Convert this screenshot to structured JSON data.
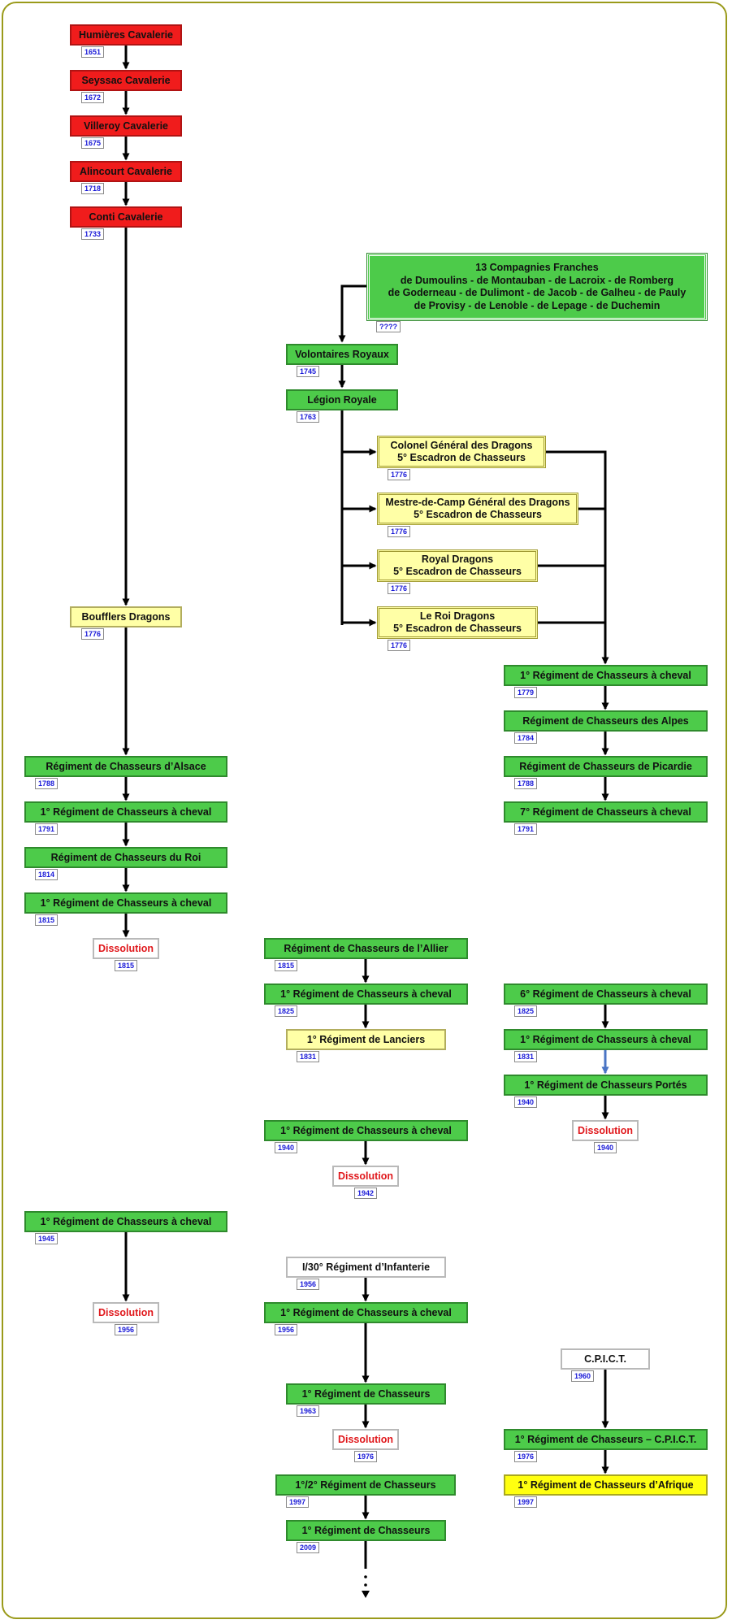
{
  "nodes": {
    "humieres": {
      "label": "Humières Cavalerie",
      "year": "1651"
    },
    "seyssac": {
      "label": "Seyssac Cavalerie",
      "year": "1672"
    },
    "villeroy": {
      "label": "Villeroy Cavalerie",
      "year": "1675"
    },
    "alincourt": {
      "label": "Alincourt Cavalerie",
      "year": "1718"
    },
    "conti": {
      "label": "Conti Cavalerie",
      "year": "1733"
    },
    "boufflers": {
      "label": "Boufflers Dragons",
      "year": "1776"
    },
    "alsace": {
      "label": "Régiment de Chasseurs d’Alsace",
      "year": "1788"
    },
    "l1791": {
      "label": "1° Régiment de Chasseurs à cheval",
      "year": "1791"
    },
    "duroi": {
      "label": "Régiment de Chasseurs du Roi",
      "year": "1814"
    },
    "l1815": {
      "label": "1° Régiment de Chasseurs à cheval",
      "year": "1815"
    },
    "diss1815": {
      "label": "Dissolution",
      "year": "1815"
    },
    "compagnies": {
      "label": "13 Compagnies Franches",
      "lines": [
        "de Dumoulins - de Montauban - de Lacroix - de Romberg",
        "de Goderneau - de Dulimont - de Jacob - de Galheu - de Pauly",
        "de Provisy - de Lenoble - de Lepage - de Duchemin"
      ],
      "year": "????"
    },
    "volontaires": {
      "label": "Volontaires Royaux",
      "year": "1745"
    },
    "legion": {
      "label": "Légion Royale",
      "year": "1763"
    },
    "colonel": {
      "line1": "Colonel Général des Dragons",
      "line2": "5° Escadron de Chasseurs",
      "year": "1776"
    },
    "mestre": {
      "line1": "Mestre-de-Camp Général des Dragons",
      "line2": "5° Escadron de Chasseurs",
      "year": "1776"
    },
    "royal": {
      "line1": "Royal Dragons",
      "line2": "5° Escadron de Chasseurs",
      "year": "1776"
    },
    "leroi": {
      "line1": "Le Roi Dragons",
      "line2": "5° Escadron de Chasseurs",
      "year": "1776"
    },
    "r1779": {
      "label": "1° Régiment de Chasseurs à cheval",
      "year": "1779"
    },
    "alpes": {
      "label": "Régiment de Chasseurs des Alpes",
      "year": "1784"
    },
    "picardie": {
      "label": "Régiment de Chasseurs de Picardie",
      "year": "1788"
    },
    "r1791": {
      "label": "7° Régiment de Chasseurs à cheval",
      "year": "1791"
    },
    "allier": {
      "label": "Régiment de Chasseurs de l’Allier",
      "year": "1815"
    },
    "m1825": {
      "label": "1° Régiment de Chasseurs à cheval",
      "year": "1825"
    },
    "lanciers": {
      "label": "1° Régiment de Lanciers",
      "year": "1831"
    },
    "r1825": {
      "label": "6° Régiment de Chasseurs à cheval",
      "year": "1825"
    },
    "r1831": {
      "label": "1° Régiment de Chasseurs à cheval",
      "year": "1831"
    },
    "portes": {
      "label": "1° Régiment de Chasseurs Portés",
      "year": "1940"
    },
    "diss1940": {
      "label": "Dissolution",
      "year": "1940"
    },
    "m1940": {
      "label": "1° Régiment de Chasseurs à cheval",
      "year": "1940"
    },
    "diss1942": {
      "label": "Dissolution",
      "year": "1942"
    },
    "l1945": {
      "label": "1° Régiment de Chasseurs à cheval",
      "year": "1945"
    },
    "diss1956": {
      "label": "Dissolution",
      "year": "1956"
    },
    "i30": {
      "label": "I/30° Régiment d’Infanterie",
      "year": "1956"
    },
    "m1956": {
      "label": "1° Régiment de Chasseurs à cheval",
      "year": "1956"
    },
    "m1963": {
      "label": "1° Régiment de Chasseurs",
      "year": "1963"
    },
    "diss1976": {
      "label": "Dissolution",
      "year": "1976"
    },
    "m1997": {
      "label": "1°/2° Régiment de Chasseurs",
      "year": "1997"
    },
    "m2009": {
      "label": "1° Régiment de Chasseurs",
      "year": "2009"
    },
    "cpict": {
      "label": "C.P.I.C.T.",
      "year": "1960"
    },
    "r1976": {
      "label": "1° Régiment de Chasseurs – C.P.I.C.T.",
      "year": "1976"
    },
    "afrique": {
      "label": "1° Régiment de Chasseurs d’Afrique",
      "year": "1997"
    }
  },
  "colors": {
    "red": "#f01c1c",
    "green": "#4dcb4a",
    "pale_yellow": "#ffffa6",
    "yellow": "#ffff10",
    "white": "#ffffff",
    "dissolution_text": "#e0181c",
    "year_text": "#1a1ad8",
    "blue_arrow": "#4a74c4",
    "frame": "#9a9a1a"
  }
}
